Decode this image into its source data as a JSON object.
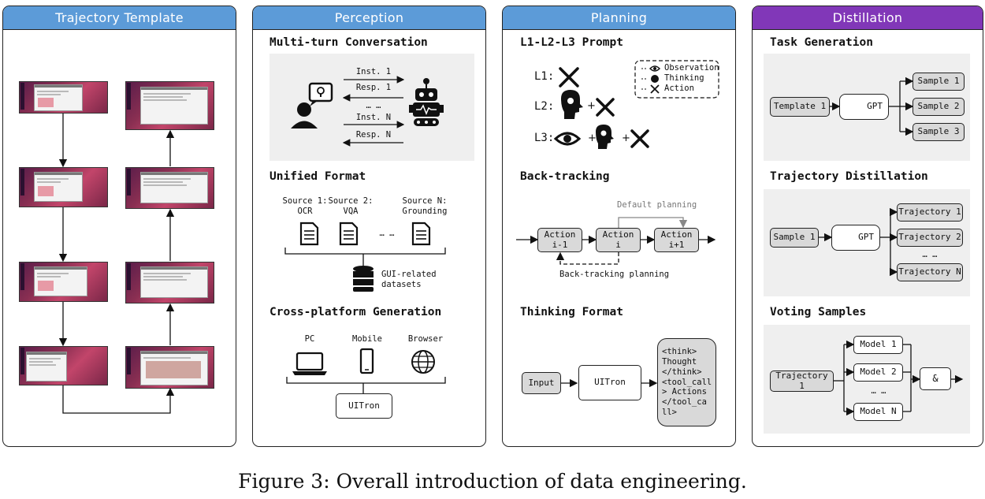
{
  "panels": {
    "trajectory": {
      "title": "Trajectory Template",
      "color": "#5c9bd8"
    },
    "perception": {
      "title": "Perception",
      "color": "#5c9bd8",
      "multi_turn": {
        "title": "Multi-turn Conversation",
        "messages": [
          "Inst. 1",
          "Resp. 1",
          "… …",
          "Inst. N",
          "Resp. N"
        ]
      },
      "unified": {
        "title": "Unified Format",
        "sources": [
          "Source 1:\nOCR",
          "Source 2:\nVQA",
          "Source N:\nGrounding"
        ],
        "ellipsis": "… …",
        "dataset": "GUI-related\ndatasets"
      },
      "cross": {
        "title": "Cross-platform Generation",
        "platforms": [
          "PC",
          "Mobile",
          "Browser"
        ],
        "target": "UITron"
      }
    },
    "planning": {
      "title": "Planning",
      "color": "#5c9bd8",
      "prompt": {
        "title": "L1-L2-L3 Prompt",
        "levels": [
          "L1:",
          "L2:",
          "L3:"
        ],
        "plus": "+",
        "legend": [
          "Observation",
          "Thinking",
          "Action"
        ]
      },
      "backtrack": {
        "title": "Back-tracking",
        "default_label": "Default planning",
        "backtrack_label": "Back-tracking planning",
        "actions": [
          "Action\ni-1",
          "Action\ni",
          "Action\ni+1"
        ]
      },
      "thinking": {
        "title": "Thinking Format",
        "input": "Input",
        "model": "UITron",
        "output": "<think>\nThought\n</think>\n<tool_call\n> Actions\n</tool_ca\nll>"
      }
    },
    "distillation": {
      "title": "Distillation",
      "color": "#8137b8",
      "task": {
        "title": "Task Generation",
        "template": "Template 1",
        "gpt": "GPT",
        "samples": [
          "Sample 1",
          "Sample 2",
          "Sample 3"
        ]
      },
      "traj": {
        "title": "Trajectory Distillation",
        "sample": "Sample 1",
        "gpt": "GPT",
        "trajectories": [
          "Trajectory 1",
          "Trajectory 2",
          "… …",
          "Trajectory N"
        ]
      },
      "voting": {
        "title": "Voting Samples",
        "trajectory": "Trajectory 1",
        "models": [
          "Model 1",
          "Model 2",
          "… …",
          "Model N"
        ],
        "combine": "&"
      }
    }
  },
  "caption": "Figure 3: Overall introduction of data engineering."
}
